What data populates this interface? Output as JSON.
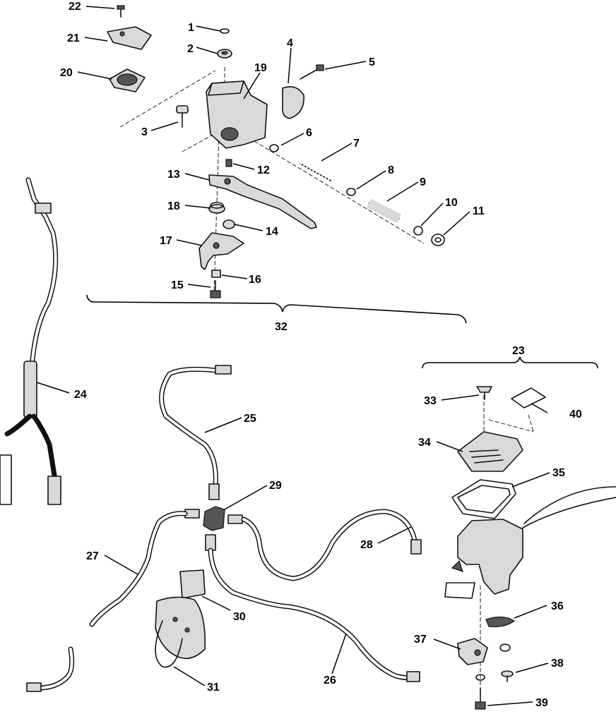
{
  "callouts": {
    "c1": "1",
    "c2": "2",
    "c3": "3",
    "c4": "4",
    "c5": "5",
    "c6": "6",
    "c7": "7",
    "c8": "8",
    "c9": "9",
    "c10": "10",
    "c11": "11",
    "c12": "12",
    "c13": "13",
    "c14": "14",
    "c15": "15",
    "c16": "16",
    "c17": "17",
    "c18": "18",
    "c19": "19",
    "c20": "20",
    "c21": "21",
    "c22": "22",
    "c23": "23",
    "c24": "24",
    "c25": "25",
    "c26": "26",
    "c27": "27",
    "c28": "28",
    "c29": "29",
    "c30": "30",
    "c31": "31",
    "c32": "32",
    "c33": "33",
    "c34": "34",
    "c35": "35",
    "c36": "36",
    "c37": "37",
    "c38": "38",
    "c39": "39",
    "c40": "40"
  }
}
